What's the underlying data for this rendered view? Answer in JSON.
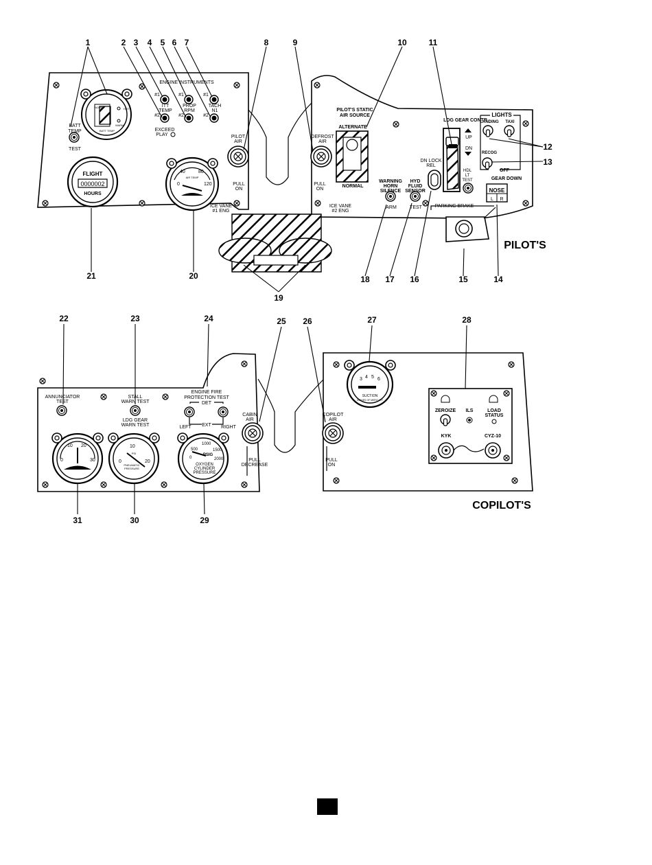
{
  "callouts": {
    "n1": "1",
    "n2": "2",
    "n3": "3",
    "n4": "4",
    "n5": "5",
    "n6": "6",
    "n7": "7",
    "n8": "8",
    "n9": "9",
    "n10": "10",
    "n11": "11",
    "n12": "12",
    "n13": "13",
    "n14": "14",
    "n15": "15",
    "n16": "16",
    "n17": "17",
    "n18": "18",
    "n19": "19",
    "n20": "20",
    "n21": "21",
    "n22": "22",
    "n23": "23",
    "n24": "24",
    "n25": "25",
    "n26": "26",
    "n27": "27",
    "n28": "28",
    "n29": "29",
    "n30": "30",
    "n31": "31"
  },
  "pilot": {
    "title": "PILOT'S",
    "batt_temp": [
      "BATT",
      "TEMP"
    ],
    "test": "TEST",
    "engine_instruments": "ENGINE INSTRUMENTS",
    "itt_temp": [
      "ITT",
      "TEMP"
    ],
    "prop_rpm": [
      "PROP",
      "RPM"
    ],
    "tach_n1": [
      "TACH",
      "N1"
    ],
    "one": "#1",
    "two": "#2",
    "exceed_play": [
      "EXCEED",
      "PLAY"
    ],
    "batt_gauge": [
      "HOT",
      "NORM",
      "WARM",
      "BATT TEMP"
    ],
    "flight": "FLIGHT",
    "hours_value": "0000002",
    "hours": "HOURS",
    "oat_ticks": [
      "0",
      "40",
      "80",
      "120"
    ],
    "oat_title": "AIR TEMP",
    "pilot_air": [
      "PILOT",
      "AIR"
    ],
    "pull_on": [
      "PULL",
      "ON"
    ],
    "ice_vane_1": [
      "ICE VANE",
      "#1 ENG"
    ],
    "defrost_air": [
      "DEFROST",
      "AIR"
    ],
    "ice_vane_2": [
      "ICE VANE",
      "#2 ENG"
    ],
    "static_source": [
      "PILOT'S STATIC",
      "AIR SOURCE"
    ],
    "alternate": "ALTERNATE",
    "normal": "NORMAL",
    "warning_horn": [
      "WARNING",
      "HORN",
      "SILENCE"
    ],
    "arm": "ARM",
    "hyd_fluid": [
      "HYD",
      "FLUID",
      "SENSOR"
    ],
    "dn_lock_rel": [
      "DN LOCK",
      "REL"
    ],
    "ldg_gear_contr": "LDG GEAR CONTR",
    "up": "UP",
    "dn": "DN",
    "hdl_lt_test": [
      "HDL",
      "LT",
      "TEST"
    ],
    "lights": "LIGHTS",
    "landing": "LANDING",
    "taxi": "TAXI",
    "recog": "RECOG",
    "off": "OFF",
    "gear_down": "GEAR DOWN",
    "nose": "NOSE",
    "l": "L",
    "r": "R",
    "parking_brake": "PARKING BRAKE"
  },
  "copilot": {
    "title": "COPILOT'S",
    "annunciator_test": [
      "ANNUNCIATOR",
      "TEST"
    ],
    "stall_warn_test": [
      "STALL",
      "WARN TEST"
    ],
    "ldg_gear_warn_test": [
      "LDG GEAR",
      "WARN TEST"
    ],
    "engine_fire": [
      "ENGINE FIRE",
      "PROTECTION TEST"
    ],
    "det": "DET",
    "left": "LEFT",
    "ext": "EXT",
    "right": "RIGHT",
    "cabin_air": [
      "CABIN",
      "AIR"
    ],
    "pull_decrease": [
      "PULL",
      "DECREASE"
    ],
    "copilot_air": [
      "COPILOT",
      "AIR"
    ],
    "pull_on": [
      "PULL",
      "ON"
    ],
    "suction_ticks": [
      "3",
      "4",
      "5",
      "6"
    ],
    "suction_title": "SUCTION",
    "suction_sub": "INCHES OF MERCURY",
    "zeroize": "ZEROIZE",
    "ils": "ILS",
    "load_status": [
      "LOAD",
      "STATUS"
    ],
    "kyk": "KYK",
    "cyz10": "CYZ-10",
    "prop_amps_ticks": [
      "0",
      "10",
      "20",
      "30"
    ],
    "pneumatic_ticks": [
      "10",
      "0",
      "20"
    ],
    "pneumatic_sub": [
      "PNEUMATIC",
      "PRESSURE"
    ],
    "psi": "PSI",
    "oxygen_ticks": [
      "0",
      "500",
      "1000",
      "1500",
      "2000"
    ],
    "psig": "PSIG",
    "oxygen_sub": [
      "OXYGEN",
      "CYLINDER",
      "PRESSURE"
    ]
  }
}
